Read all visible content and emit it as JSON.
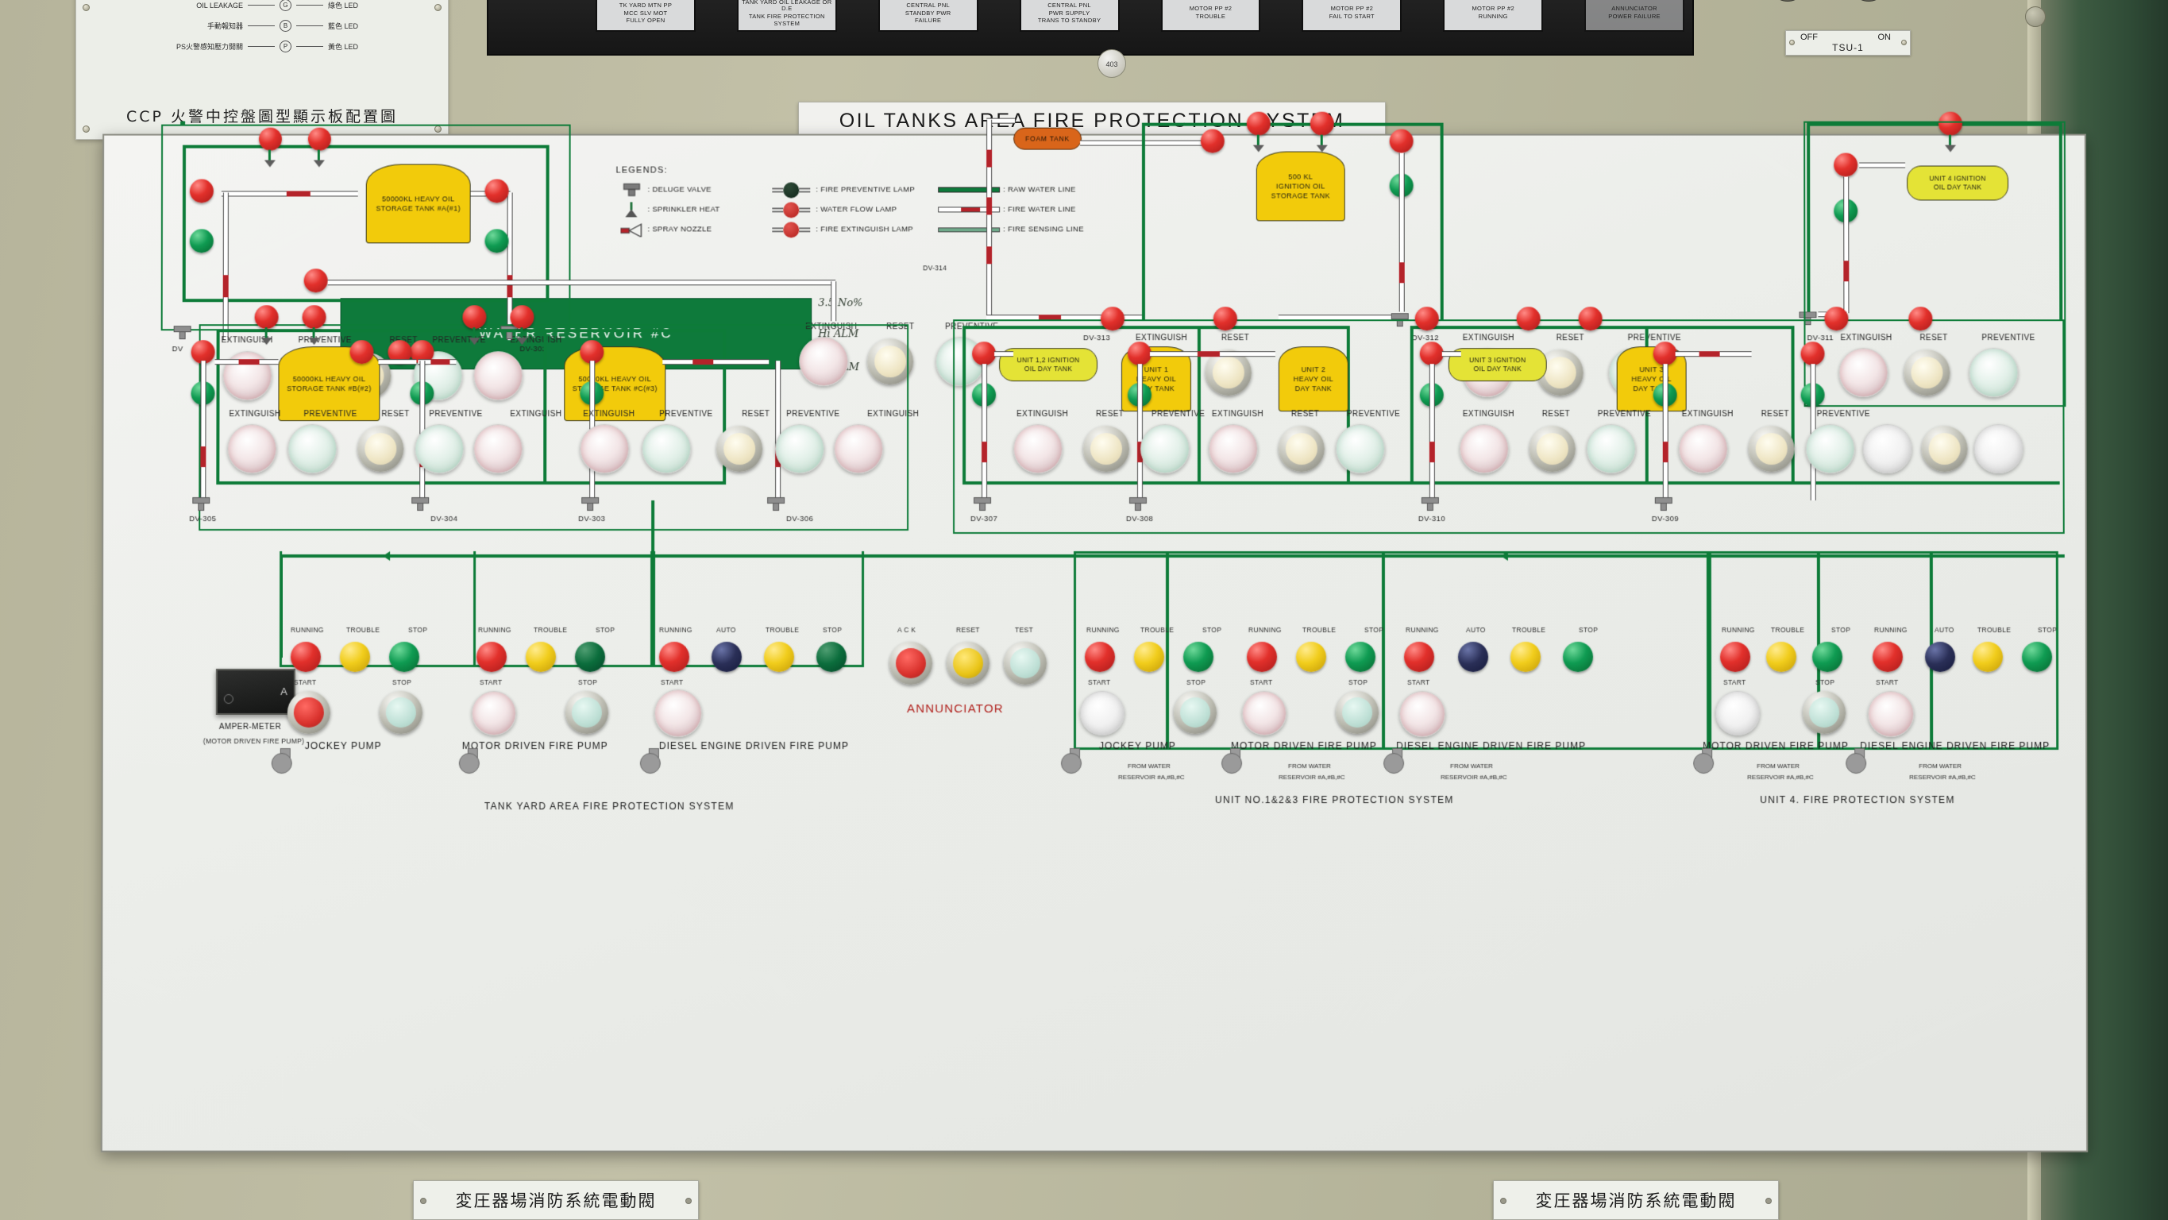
{
  "main_title": "OIL TANKS AREA FIRE PROTECTION SYSTEM",
  "ccp_plate": {
    "title": "CCP 火警中控盤圖型顯示板配置圖",
    "rows": [
      {
        "label": "OIL LEAKAGE",
        "code": "G",
        "led": "綠色 LED"
      },
      {
        "label": "手動報知器",
        "code": "B",
        "led": "藍色 LED"
      },
      {
        "label": "PS火警感知壓力開關",
        "code": "P",
        "led": "黃色 LED"
      }
    ]
  },
  "annunciator_strip": {
    "lamp_text": "403",
    "windows": [
      [
        "TK YARD MTN PP",
        "MCC SLV MOT",
        "FULLY OPEN"
      ],
      [
        "TANK YARD OIL LEAKAGE OR D.E",
        "TANK FIRE PROTECTION SYSTEM",
        ""
      ],
      [
        "CENTRAL PNL",
        "STANDBY PWR",
        "FAILURE"
      ],
      [
        "CENTRAL PNL",
        "PWR SUPPLY",
        "TRANS TO STANDBY"
      ],
      [
        "MOTOR PP #2",
        "TROUBLE",
        ""
      ],
      [
        "MOTOR PP #2",
        "FAIL TO START",
        ""
      ],
      [
        "MOTOR PP #2",
        "RUNNING",
        ""
      ],
      [
        "ANNUNCIATOR",
        "POWER FAILURE",
        ""
      ]
    ]
  },
  "tsu_switch": {
    "off": "OFF",
    "on": "ON",
    "name": "TSU-1"
  },
  "legends": {
    "header": "LEGENDS:",
    "left": [
      {
        "icon": "deluge-valve-icon",
        "text": ": DELUGE VALVE"
      },
      {
        "icon": "sprinkler-head-icon",
        "text": ": SPRINKLER HEAT"
      },
      {
        "icon": "spray-nozzle-icon",
        "text": ": SPRAY NOZZLE"
      }
    ],
    "middle": [
      {
        "icon": "dark-lamp-icon",
        "text": ": FIRE PREVENTIVE LAMP"
      },
      {
        "icon": "red-lamp-icon",
        "text": ": WATER FLOW LAMP"
      },
      {
        "icon": "red-lamp-icon",
        "text": ": FIRE EXTINGUISH LAMP"
      }
    ],
    "right": [
      {
        "icon": "green-line-icon",
        "text": ": RAW WATER LINE"
      },
      {
        "icon": "red-line-icon",
        "text": ": FIRE WATER LINE"
      },
      {
        "icon": "sense-line-icon",
        "text": ": FIRE SENSING LINE"
      }
    ]
  },
  "reservoir": {
    "label": "WATER RESERVOIR #C",
    "annotations": [
      "3.5 No%",
      "Hi ALM",
      "Lo ALM"
    ]
  },
  "tanks": {
    "heavy_a": [
      "50000KL HEAVY OIL",
      "STORAGE TANK #A(#1)"
    ],
    "heavy_b": [
      "50000KL HEAVY OIL",
      "STORAGE TANK #B(#2)"
    ],
    "heavy_c": [
      "50000KL HEAVY OIL",
      "STORAGE TANK #C(#3)"
    ],
    "foam": "FOAM TANK",
    "ignition_500": [
      "500 KL",
      "IGNITION OIL",
      "STORAGE TANK"
    ],
    "unit4_ign": [
      "UNIT 4 IGNITION",
      "OIL DAY TANK"
    ],
    "unit12_ign": [
      "UNIT 1,2 IGNITION",
      "OIL DAY TANK"
    ],
    "unit1_heavy": [
      "UNIT 1",
      "HEAVY OIL",
      "DAY TANK"
    ],
    "unit2_heavy": [
      "UNIT 2",
      "HEAVY OIL",
      "DAY TANK"
    ],
    "unit3_ign": [
      "UNIT 3 IGNITION",
      "OIL DAY TANK"
    ],
    "unit3_heavy": [
      "UNIT 3",
      "HEAVY OIL",
      "DAY TANK"
    ]
  },
  "button_labels": {
    "extinguish": "EXTINGUISH",
    "preventive": "PREVENTIVE",
    "reset": "RESET",
    "running": "RUNNING",
    "trouble": "TROUBLE",
    "stop": "STOP",
    "start": "START",
    "auto": "AUTO",
    "ack": "A C K",
    "test": "TEST"
  },
  "valve_tags": {
    "dv_left_a": "DV",
    "dv_302": "DV-302",
    "dv_303": "DV-303",
    "dv_304": "DV-304",
    "dv_305": "DV-305",
    "dv_306": "DV-306",
    "dv_307": "DV-307",
    "dv_308": "DV-308",
    "dv_309": "DV-309",
    "dv_310": "DV-310",
    "dv_311": "DV-311",
    "dv_312": "DV-312",
    "dv_313": "DV-313",
    "dv_314": "DV-314"
  },
  "ammeter": {
    "title": "AMPER-METER",
    "subtitle": "(MOTOR DRIVEN FIRE PUMP)",
    "unit": "A"
  },
  "annunciator_panel_label": "ANNUNCIATOR",
  "pump_names": {
    "jockey": "JOCKEY PUMP",
    "motor": "MOTOR DRIVEN FIRE PUMP",
    "diesel": "DIESEL ENGINE DRIVEN FIRE PUMP"
  },
  "from_water": [
    "FROM WATER",
    "RESERVOIR  #A,#B,#C"
  ],
  "system_labels": {
    "tank_yard": "TANK YARD AREA FIRE PROTECTION SYSTEM",
    "unit123": "UNIT NO.1&2&3 FIRE PROTECTION SYSTEM",
    "unit4": "UNIT 4. FIRE PROTECTION SYSTEM"
  },
  "bottom_plates": {
    "left": "変圧器場消防系統電動閥",
    "right": "変圧器場消防系統電動閥"
  },
  "colors": {
    "green_line": "#0d7b38",
    "tank_yellow": "#f2cb0b",
    "tank_olive": "#e4e336",
    "foam_orange": "#d9651a",
    "reservoir_green": "#0e7a3b",
    "annunciator_red": "#b0201c",
    "panel_white": "#f1f1ee"
  }
}
